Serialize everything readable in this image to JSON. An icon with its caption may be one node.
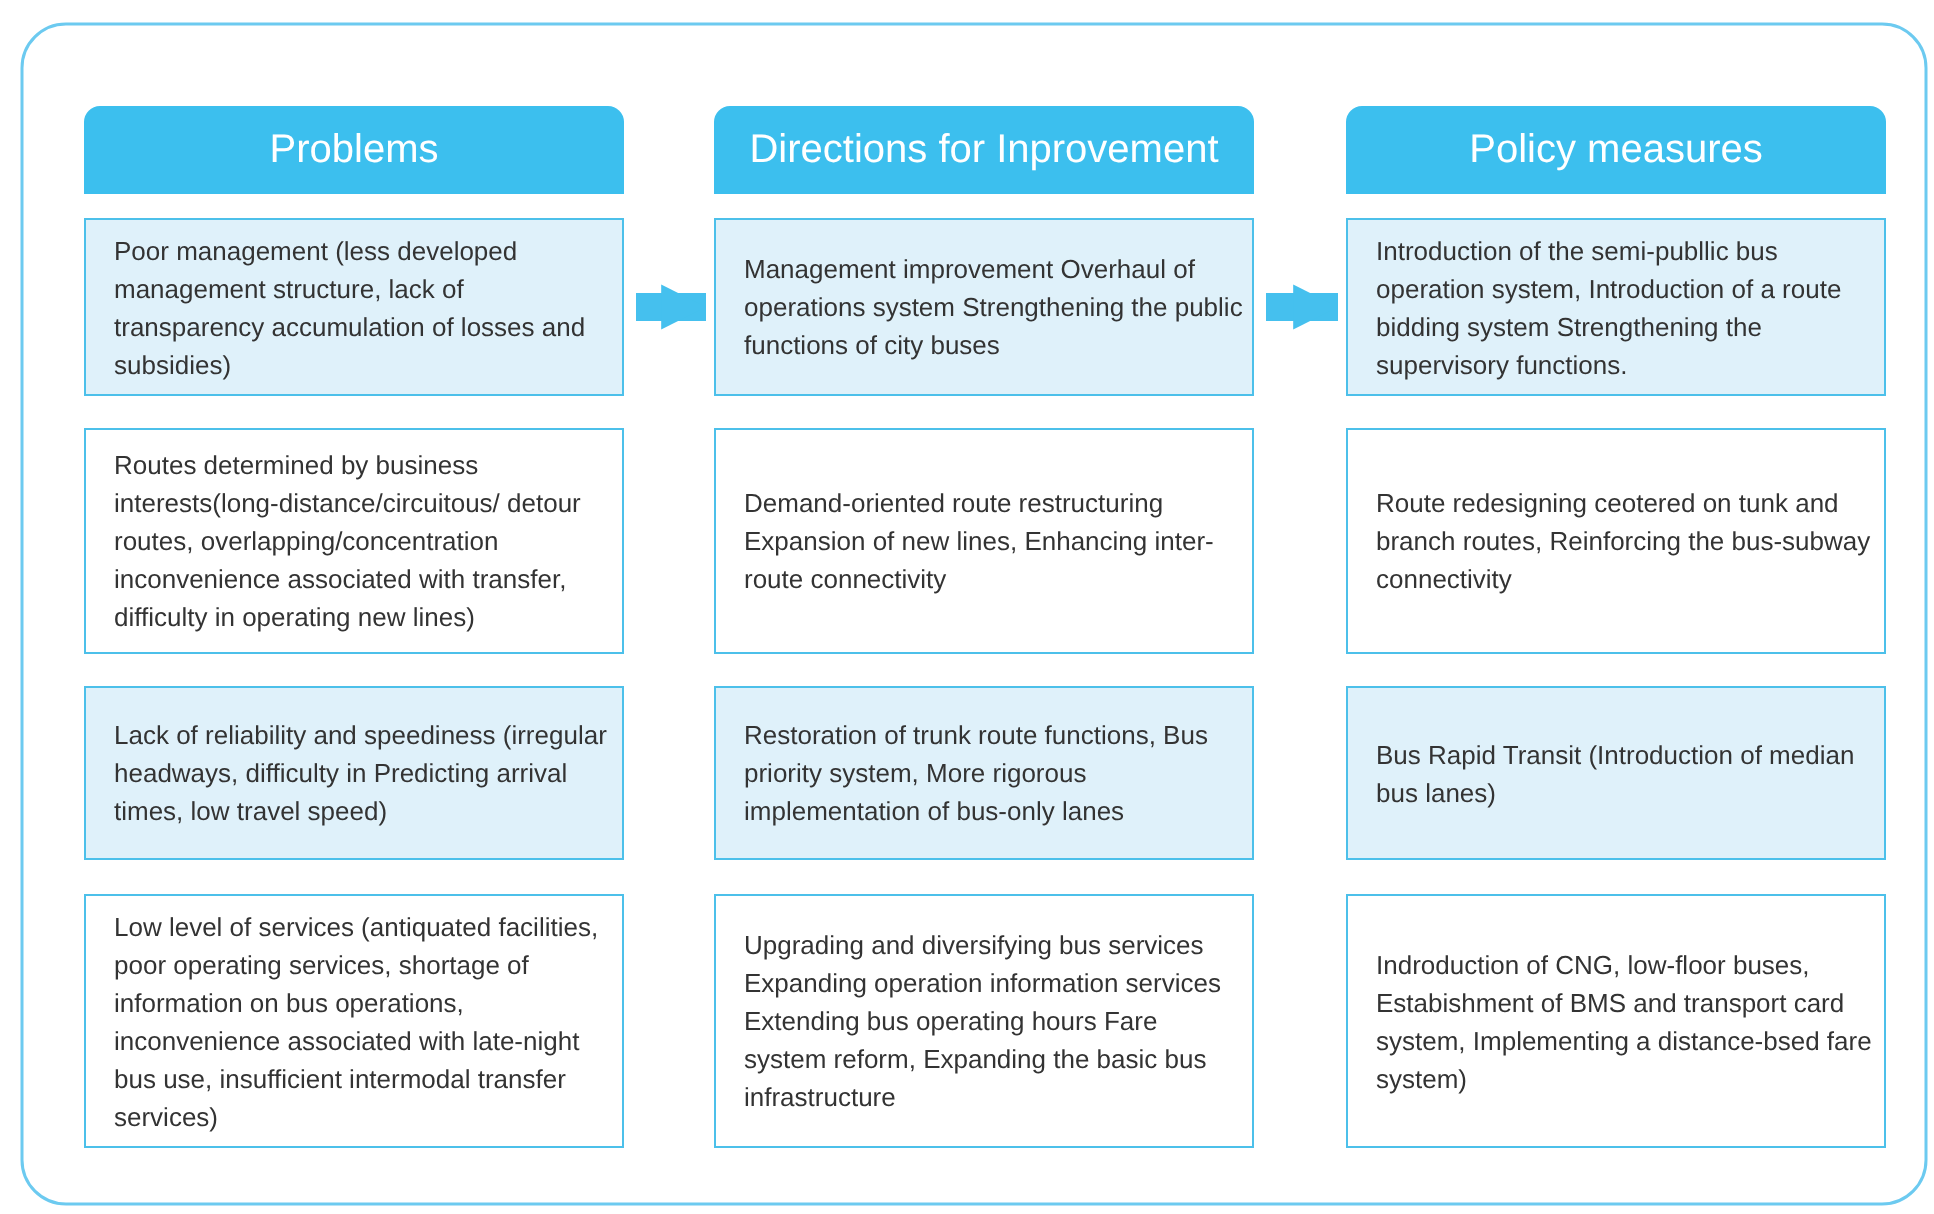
{
  "diagram": {
    "nodes": [
      {
        "text": [
          "Problems"
        ]
      },
      {
        "text": [
          "Directions for Inprovement"
        ]
      },
      {
        "text": [
          "Policy measures"
        ]
      },
      {
        "text": [
          "Poor management (less developed management structure, lack of transparency accumulation of losses and subsidies)"
        ]
      },
      {
        "text": [
          "Management improvement Overhaul of operations system Strengthening the public functions of city buses"
        ]
      },
      {
        "text": [
          "Introduction of the semi-publlic bus operation system, Introduction of a route bidding system Strengthening the supervisory functions."
        ]
      },
      {
        "text": [
          "Routes determined by business interests(long-distance/circuitous/ detour routes, overlapping/concentration inconvenience associated with transfer, difficulty in operating new lines)"
        ]
      },
      {
        "text": [
          "Demand-oriented route restructuring Expansion of new lines, Enhancing inter-route connectivity"
        ]
      },
      {
        "text": [
          "Route redesigning ceotered on tunk and branch routes, Reinforcing the bus-subway connectivity"
        ]
      },
      {
        "text": [
          "Lack of reliability and speediness (irregular headways, difficulty in Predicting arrival times, low travel speed)"
        ]
      },
      {
        "text": [
          "Restoration of trunk route functions, Bus priority system, More rigorous implementation of bus-only lanes"
        ]
      },
      {
        "text": [
          "Bus Rapid Transit (Introduction of median bus lanes)"
        ]
      },
      {
        "text": [
          "Low level of services (antiquated facilities, poor operating services, shortage of information on bus operations, inconvenience associated with late-night bus use, insufficient intermodal transfer services)"
        ]
      },
      {
        "text": [
          "Upgrading and diversifying bus services Expanding operation information services Extending bus operating hours Fare system reform, Expanding the basic bus infrastructure"
        ]
      },
      {
        "text": [
          "Indroduction of CNG, low-floor buses, Estabishment of BMS and transport card system, Implementing a distance-bsed fare system)"
        ]
      }
    ],
    "edges": [
      {
        "from": 3,
        "to": 4,
        "arrow": "to"
      },
      {
        "from": 4,
        "to": 5,
        "arrow": "to"
      }
    ]
  }
}
